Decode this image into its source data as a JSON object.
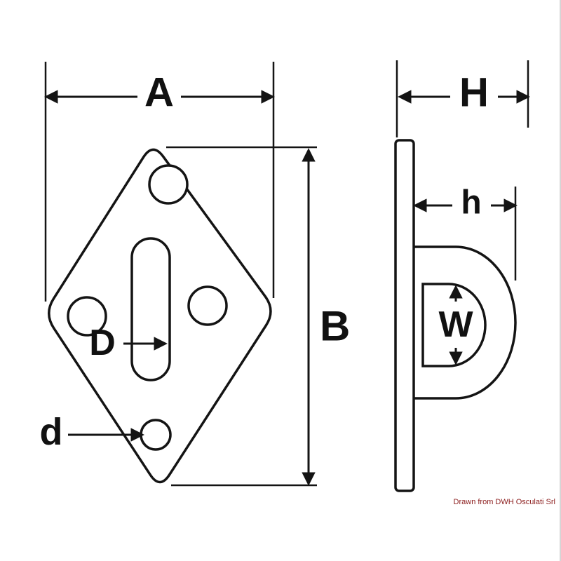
{
  "drawing": {
    "front_view": {
      "label_width": "A",
      "label_height": "B",
      "label_slot": "D",
      "label_hole": "d"
    },
    "side_view": {
      "label_depth": "H",
      "label_eye_offset": "h",
      "label_eye_inner": "W"
    },
    "credit": "Drawn from DWH Osculati Srl",
    "colors": {
      "line": "#141414",
      "credit_text": "#8b1c1c",
      "background": "#ffffff"
    }
  }
}
